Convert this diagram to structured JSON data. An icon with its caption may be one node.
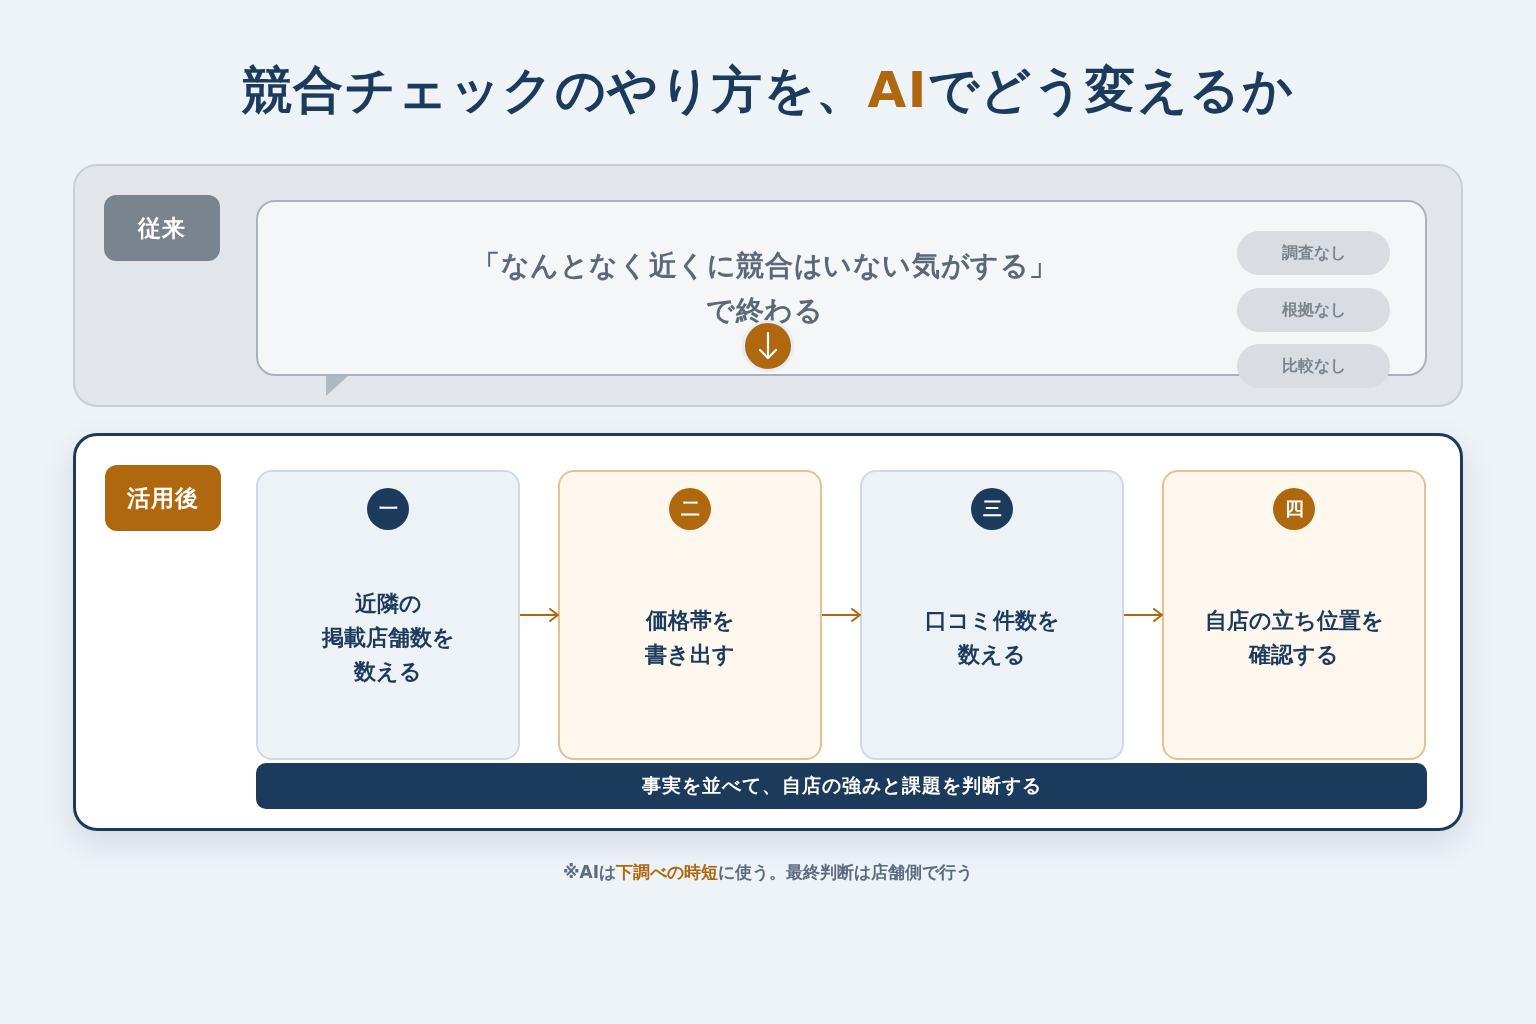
{
  "diagram": {
    "title": "競合チェックのやり方を、**AI**でどう変えるか",
    "nodes": [
      {
        "text": [
          "従来"
        ]
      },
      {
        "text": [
          "「なんとなく近くに競合はいない気がする」で終わる"
        ],
        "in": 0
      },
      {
        "text": [
          "調査なし"
        ],
        "in": 1
      },
      {
        "text": [
          "根拠なし"
        ],
        "in": 1
      },
      {
        "text": [
          "比較なし"
        ],
        "in": 0
      },
      {
        "text": [
          "活用後"
        ]
      },
      {
        "text": [
          "一",
          "近隣の掲載店舗数を数える"
        ],
        "in": 5
      },
      {
        "text": [
          "二",
          "価格帯を書き出す"
        ],
        "in": 5
      },
      {
        "text": [
          "三",
          "口コミ件数を数える"
        ],
        "in": 5
      },
      {
        "text": [
          "四",
          "自店の立ち位置を確認する"
        ],
        "in": 5
      },
      {
        "text": [
          "事実を並べて、自店の強みと課題を判断する"
        ],
        "in": 5
      }
    ],
    "edges": [
      {
        "from": 6,
        "to": 7,
        "arrow": "to"
      },
      {
        "from": 7,
        "to": 8,
        "arrow": "to"
      },
      {
        "from": 8,
        "to": 9,
        "arrow": "to"
      }
    ],
    "caption": "※AIは**下調べの時短**に使う。最終判断は店舗側で行う"
  }
}
